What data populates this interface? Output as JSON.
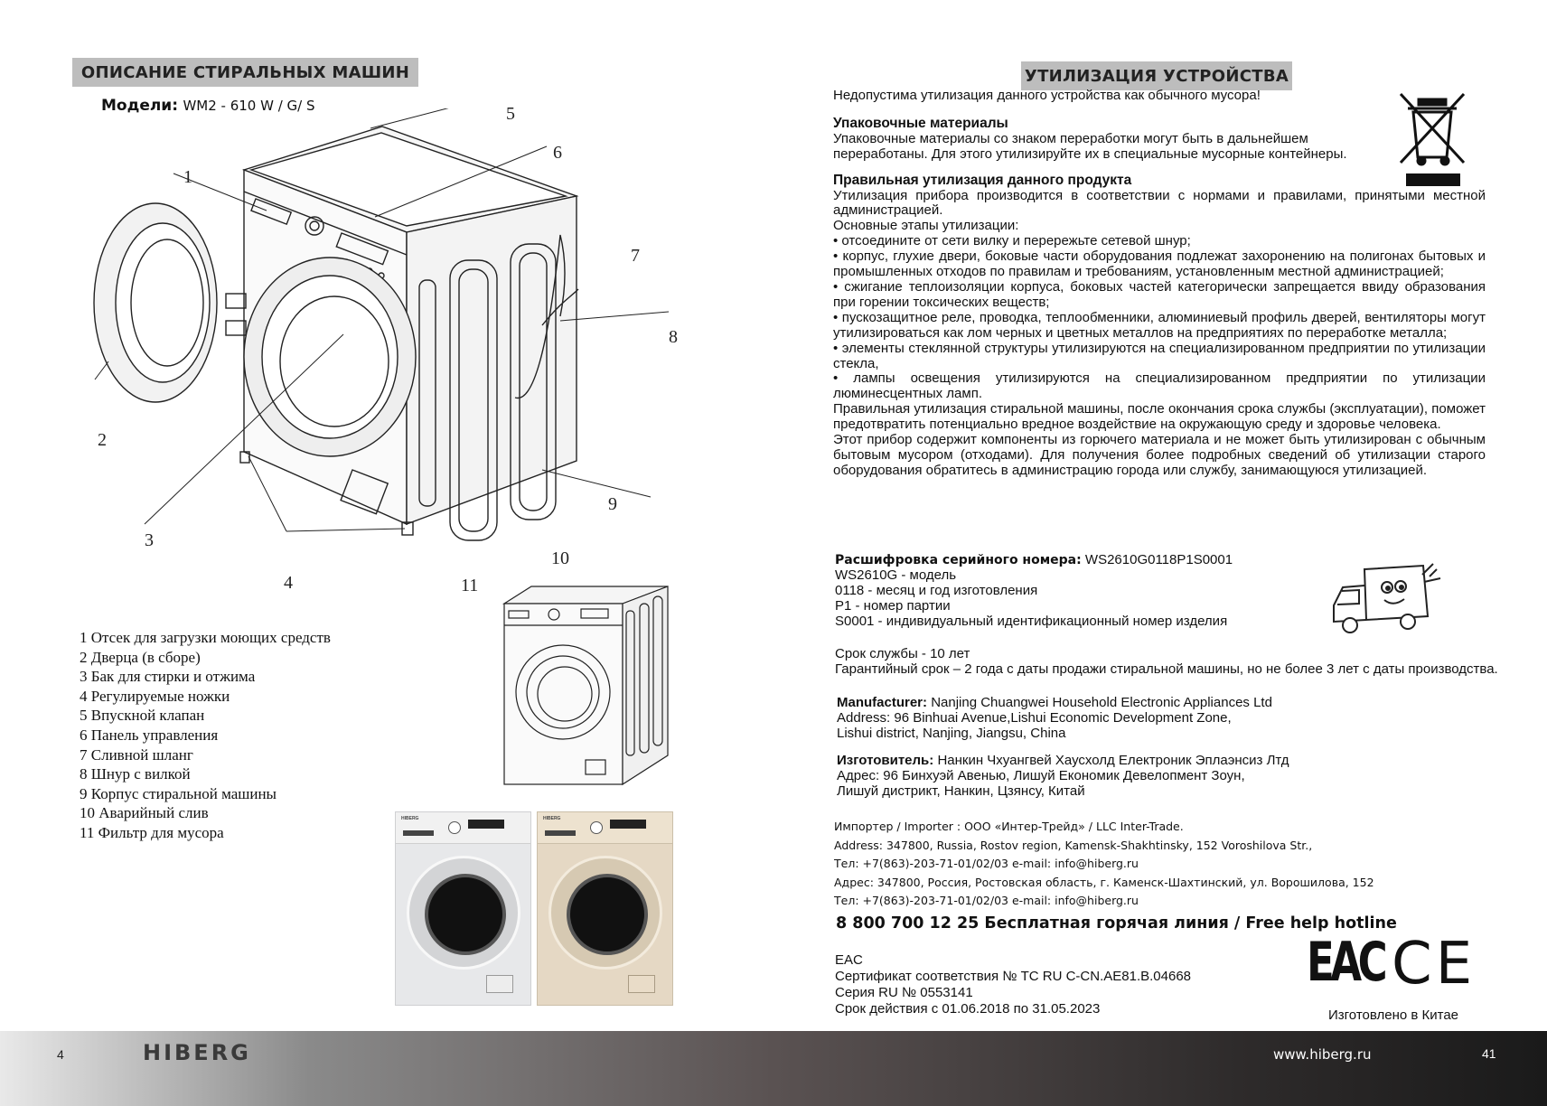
{
  "left_page": {
    "section_title": "ОПИСАНИЕ СТИРАЛЬНЫХ МАШИН",
    "models_label": "Модели:",
    "models_value": "WM2 - 610 W / G/ S",
    "callouts": [
      "1",
      "2",
      "3",
      "4",
      "5",
      "6",
      "7",
      "8",
      "9",
      "10",
      "11"
    ],
    "legend": [
      "1 Отсек для загрузки моющих средств",
      "2 Дверца (в сборе)",
      "3 Бак для стирки и отжима",
      "4 Регулируемые ножки",
      "5 Впускной клапан",
      "6 Панель управления",
      "7 Сливной шланг",
      "8 Шнур с вилкой",
      "9 Корпус стиральной машины",
      "10 Аварийный слив",
      "11 Фильтр для мусора"
    ],
    "photo_brand": "HIBERG"
  },
  "right_page": {
    "section_title": "УТИЛИЗАЦИЯ УСТРОЙСТВА",
    "intro": "Недопустима утилизация данного устройства как обычного мусора!",
    "packaging_title": "Упаковочные материалы",
    "packaging_text": "Упаковочные материалы со знаком переработки могут быть в дальнейшем переработаны. Для этого утилизируйте их в специальные мусорные контейнеры.",
    "disposal_title": "Правильная утилизация данного продукта",
    "disposal_paragraphs": [
      "Утилизация прибора производится в соответствии с нормами и правилами, принятыми местной администрацией.",
      "Основные этапы утилизации:",
      "• отсоедините от сети вилку и перережьте сетевой шнур;",
      "• корпус, глухие двери, боковые части оборудования подлежат захоронению на полигонах бытовых и промышленных отходов по правилам и требованиям, установленным местной администрацией;",
      "• сжигание теплоизоляции корпуса, боковых частей категорически запрещается ввиду образования при горении токсических веществ;",
      "• пускозащитное реле, проводка, теплообменники, алюминиевый профиль дверей, вентиляторы могут утилизироваться как лом черных и цветных металлов на предприятиях по переработке металла;",
      "• элементы стеклянной структуры утилизируются на специализированном предприятии по утилизации стекла,",
      "• лампы освещения утилизируются на специализированном предприятии по утилизации люминесцентных ламп.",
      "Правильная утилизация стиральной машины, после окончания срока службы (эксплуатации), поможет предотвратить потенциально вредное воздействие на окружающую среду и здоровье человека.",
      "Этот прибор содержит компоненты из горючего материала и не может быть утилизирован с обычным бытовым мусором (отходами). Для получения более подробных сведений об утилизации старого оборудования обратитесь в администрацию города или службу, занимающуюся утилизацией."
    ],
    "serial_label": "Расшифровка серийного номера:",
    "serial_value": "WS2610G0118P1S0001",
    "serial_lines": [
      "WS2610G -  модель",
      "0118 - месяц и год изготовления",
      "P1 - номер партии",
      "S0001 - индивидуальный идентификационный номер изделия"
    ],
    "service_life": "Срок службы  - 10 лет",
    "warranty": "Гарантийный срок – 2 года с даты продажи стиральной машины, но не более 3 лет с даты производства.",
    "manufacturer_label": "Manufacturer:",
    "manufacturer_value": "Nanjing Chuangwei Household Electronic Appliances Ltd",
    "manufacturer_address": [
      "Address: 96 Binhuai Avenue,Lishui Economic Development Zone,",
      "Lishui district, Nanjing, Jiangsu, China"
    ],
    "izgotovitel_label": "Изготовитель:",
    "izgotovitel_value": "Нанкин Чхуангвей Хаусхолд Електроник Эплаэнсиз Лтд",
    "izgotovitel_address": [
      "Адрес: 96 Бинхуэй Авенью, Лишуй Економик Девелопмент Зоун,",
      "Лишуй дистрикт, Нанкин, Цзянсу, Китай"
    ],
    "importer_lines": [
      "Импортер / Importer : ООО «Интер-Трейд» / LLC Inter-Trade.",
      "Address: 347800, Russia, Rostov region, Kamensk-Shakhtinsky, 152 Voroshilova Str.,",
      "Тел: +7(863)-203-71-01/02/03   e-mail: info@hiberg.ru",
      "Адрес: 347800, Россия, Ростовская область, г. Каменск-Шахтинский, ул.  Ворошилова, 152",
      "Тел: +7(863)-203-71-01/02/03   e-mail: info@hiberg.ru"
    ],
    "hotline": "8 800 700 12 25 Бесплатная горячая линия / Free help hotline",
    "cert_lines": [
      "EAC",
      "Сертификат соответствия № ТС RU C-CN.AE81.B.04668",
      "Серия RU № 0553141",
      "Срок действия с 01.06.2018 по 31.05.2023"
    ],
    "made_in": "Изготовлено в  Китае",
    "eac_mark": "EAC",
    "ce_mark": "CE"
  },
  "footer": {
    "left_page_number": "4",
    "brand": "HIBERG",
    "website": "www.hiberg.ru",
    "right_page_number": "41"
  }
}
